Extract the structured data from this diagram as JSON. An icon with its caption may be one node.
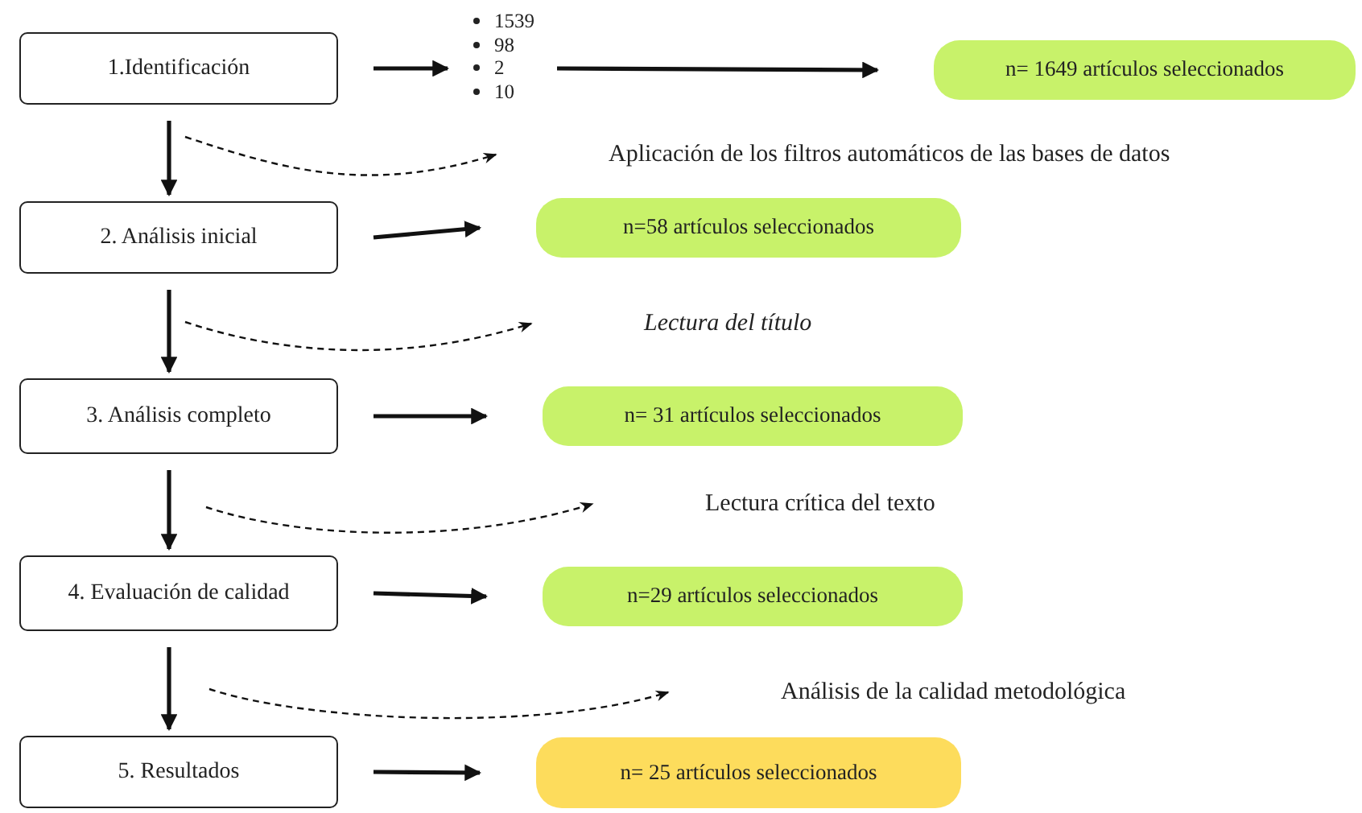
{
  "diagram": {
    "nodes": [
      {
        "text": [
          "1.Identificación"
        ]
      },
      {
        "text": [
          "1539",
          "98",
          "2",
          "10"
        ]
      },
      {
        "text": [
          "n= 1649 artículos seleccionados"
        ]
      },
      {
        "text": [
          "Aplicación de los filtros automáticos de las bases de datos"
        ]
      },
      {
        "text": [
          "2. Análisis inicial"
        ]
      },
      {
        "text": [
          "n=58 artículos seleccionados"
        ]
      },
      {
        "text": [
          "Lectura del título"
        ]
      },
      {
        "text": [
          "3. Análisis completo"
        ]
      },
      {
        "text": [
          "n= 31 artículos seleccionados"
        ]
      },
      {
        "text": [
          "Lectura crítica del texto"
        ]
      },
      {
        "text": [
          "4. Evaluación de calidad"
        ]
      },
      {
        "text": [
          "n=29 artículos seleccionados"
        ]
      },
      {
        "text": [
          "Análisis de la calidad metodológica"
        ]
      },
      {
        "text": [
          "5. Resultados"
        ]
      },
      {
        "text": [
          "n= 25 artículos seleccionados"
        ]
      }
    ],
    "edges": [
      {
        "from": 0,
        "to": 1,
        "arrow": "to"
      },
      {
        "from": 1,
        "to": 2,
        "arrow": "to"
      },
      {
        "from": 0,
        "to": 4,
        "arrow": "to"
      },
      {
        "from": null,
        "to": 3,
        "arrow": "to",
        "style": "dashed"
      },
      {
        "from": 4,
        "to": 5,
        "arrow": "to"
      },
      {
        "from": 4,
        "to": 7,
        "arrow": "to"
      },
      {
        "from": null,
        "to": 6,
        "arrow": "to",
        "style": "dashed"
      },
      {
        "from": 7,
        "to": 8,
        "arrow": "to"
      },
      {
        "from": 7,
        "to": 10,
        "arrow": "to"
      },
      {
        "from": null,
        "to": 9,
        "arrow": "to",
        "style": "dashed"
      },
      {
        "from": 10,
        "to": 11,
        "arrow": "to"
      },
      {
        "from": 10,
        "to": 13,
        "arrow": "to"
      },
      {
        "from": null,
        "to": 12,
        "arrow": "to",
        "style": "dashed"
      },
      {
        "from": 13,
        "to": 14,
        "arrow": "to"
      }
    ]
  }
}
